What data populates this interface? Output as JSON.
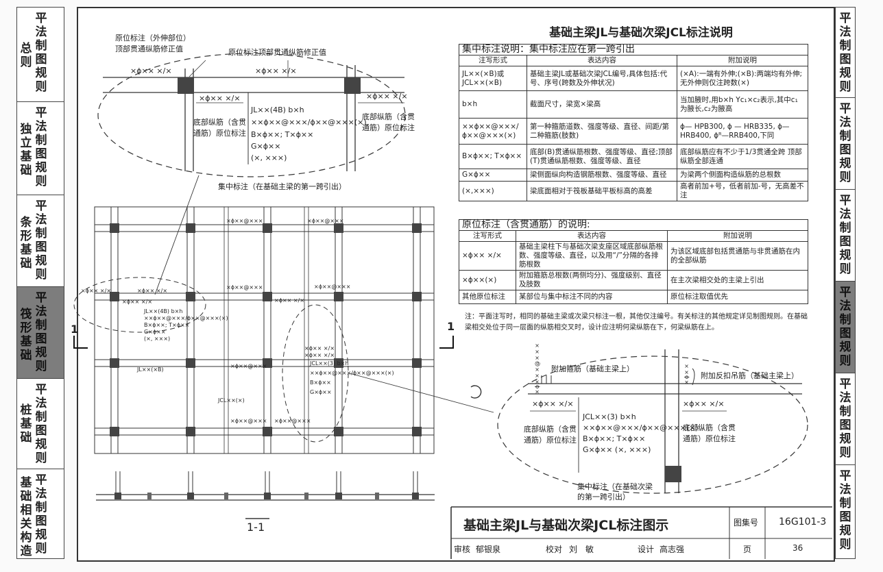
{
  "left_tabs": [
    {
      "side": "总则",
      "main": "平法制图规则"
    },
    {
      "side": "独立基础",
      "main": "平法制图规则"
    },
    {
      "side": "条形基础",
      "main": "平法制图规则"
    },
    {
      "side": "筏形基础",
      "main": "平法制图规则"
    },
    {
      "side": "桩基础",
      "main": "平法制图规则"
    },
    {
      "side": "基础相关构造",
      "main": "平法制图规则"
    }
  ],
  "right_tabs": [
    "平法制图规则",
    "平法制图规则",
    "平法制图规则",
    "平法制图规则",
    "平法制图规则",
    "平法制图规则"
  ],
  "title": "基础主梁JL与基础次梁JCL标注说明",
  "centralized": {
    "section_title": "集中标注说明：集中标注应在第一跨引出",
    "headers": [
      "注写形式",
      "表达内容",
      "附加说明"
    ],
    "rows": [
      [
        "JL××(×B)或 JCL××(×B)",
        "基础主梁JL或基础次梁JCL编号,具体包括:代号、序号(跨数及外伸状况)",
        "(×A):一端有外伸;(×B):两端均有外伸;无外伸则仅注跨数(×)"
      ],
      [
        "b×h",
        "截面尺寸，梁宽×梁高",
        "当加腋时,用b×h Yc₁×c₂表示,其中c₁为腋长,c₂为腋高"
      ],
      [
        "××ϕ××@×××/ϕ××@×××(×)",
        "第一种箍筋道数、强度等级、直径、间距/第二种箍筋(肢数)",
        "ϕ— HPB300, ϕ — HRB335, ϕ— HRB400, ϕᴿ—RRB400,下同"
      ],
      [
        "B×ϕ××; T×ϕ××",
        "底部(B)贯通纵筋根数、强度等级、直径;顶部(T)贯通纵筋根数、强度等级、直径",
        "底部纵筋应有不少于1/3贯通全跨 顶部纵筋全部连通"
      ],
      [
        "G×ϕ××",
        "梁侧面纵向构造钢筋根数、强度等级、直径",
        "为梁两个侧面构造纵筋的总根数"
      ],
      [
        "(×,×××)",
        "梁底面相对于筏板基础平板标高的高差",
        "高者前加+号，低者前加-号，无高差不注"
      ]
    ]
  },
  "original": {
    "section_title": "原位标注（含贯通筋）的说明:",
    "headers": [
      "注写形式",
      "表达内容",
      "附加说明"
    ],
    "rows": [
      [
        "×ϕ×× ×/×",
        "基础主梁柱下与基础次梁支座区域底部纵筋根数、强度等级、直径，以及用“/”分隔的各排筋根数",
        "为该区域底部包括贯通筋与非贯通筋在内的全部纵筋"
      ],
      [
        "×ϕ××(×)",
        "附加箍筋总根数(两侧均分)、强度级别、直径及肢数",
        "在主次梁相交处的主梁上引出"
      ],
      [
        "其他原位标注",
        "某部位与集中标注不同的内容",
        "原位标注取值优先"
      ]
    ]
  },
  "note": "注：平面注写时，相同的基础主梁或次梁只标注一根，其他仅注编号。有关标注的其他规定详见制图规则。在基础梁相交处位于同一层面的纵筋相交叉时，设计应注明何梁纵筋在下，何梁纵筋在上。",
  "top_detail": {
    "outer_note": "原位标注（外伸部位）",
    "outer_note2": "顶部贯通纵筋修正值",
    "top_note": "原位标注顶部贯通纵筋修正值",
    "rebar_a": "×ϕ×× ×/×",
    "rebar_b": "×ϕ×× ×/×",
    "rebar_c": "×ϕ×× ×/×",
    "rebar_d": "×ϕ×× ×/×",
    "bottom_left": "底部纵筋（含贯",
    "bottom_left2": "通筋）原位标注",
    "bottom_right": "底部纵筋（含贯",
    "bottom_right2": "通筋）原位标注",
    "c1": "JL××(4B)  b×h",
    "c2": "××ϕ××@×××/ϕ××@×××(×)",
    "c3": "B×ϕ××; T×ϕ××",
    "c4": "G×ϕ××",
    "c5": "(×, ×××)",
    "central_label": "集中标注（在基础主梁的第一跨引出）"
  },
  "plan": {
    "jl_label": "JL××(×B)",
    "jcl_label": "JCL××(×)",
    "section_mark": "1",
    "section_mark_r": "1",
    "c1": "JL××(4B) b×h",
    "c2": "××ϕ××@×××/ϕ××@×××(×)",
    "c3": "B×ϕ××; T×ϕ××",
    "c4": "G×ϕ××",
    "c5": "(×, ×××)",
    "r1": "×ϕ××@×××",
    "r2": "×ϕ×× ×/×",
    "r3": "×ϕ×× ×/×",
    "v1": "JCL××(3) b×h",
    "v2": "××ϕ××@×××/ϕ××@×××(×)",
    "v3": "B×ϕ××",
    "v4": "G×ϕ××"
  },
  "bottom_detail": {
    "stirrup": "附加箍筋（基础主梁上）",
    "hanger": "附加反扣吊筋（基础主梁上）",
    "vert_a": "×ϕ×××@×××",
    "vert_b": "×ϕ××",
    "rebar_a": "×ϕ×× ×/×",
    "rebar_b": "×ϕ×× ×/×",
    "bottom_left": "底部纵筋（含贯",
    "bottom_left2": "通筋）原位标注",
    "bottom_right": "底部纵筋（含贯",
    "bottom_right2": "通筋）原位标注",
    "c1": "JCL××(3)  b×h",
    "c2": "××ϕ××@×××/ϕ××@×××(×)",
    "c3": "B×ϕ××; T×ϕ××",
    "c4": "G×ϕ××  (×, ×××)",
    "central_label": "集中标注（在基础次梁",
    "central_label2": "的第一跨引出）"
  },
  "section_label": "1-1",
  "title_block": {
    "drawing_title": "基础主梁JL与基础次梁JCL标注图示",
    "atlas_label": "图集号",
    "atlas_no": "16G101-3",
    "review_label": "审核",
    "reviewer": "郁银泉",
    "check_label": "校对",
    "checker": "刘　敏",
    "design_label": "设计",
    "designer": "高志强",
    "page_label": "页",
    "page_no": "36"
  }
}
